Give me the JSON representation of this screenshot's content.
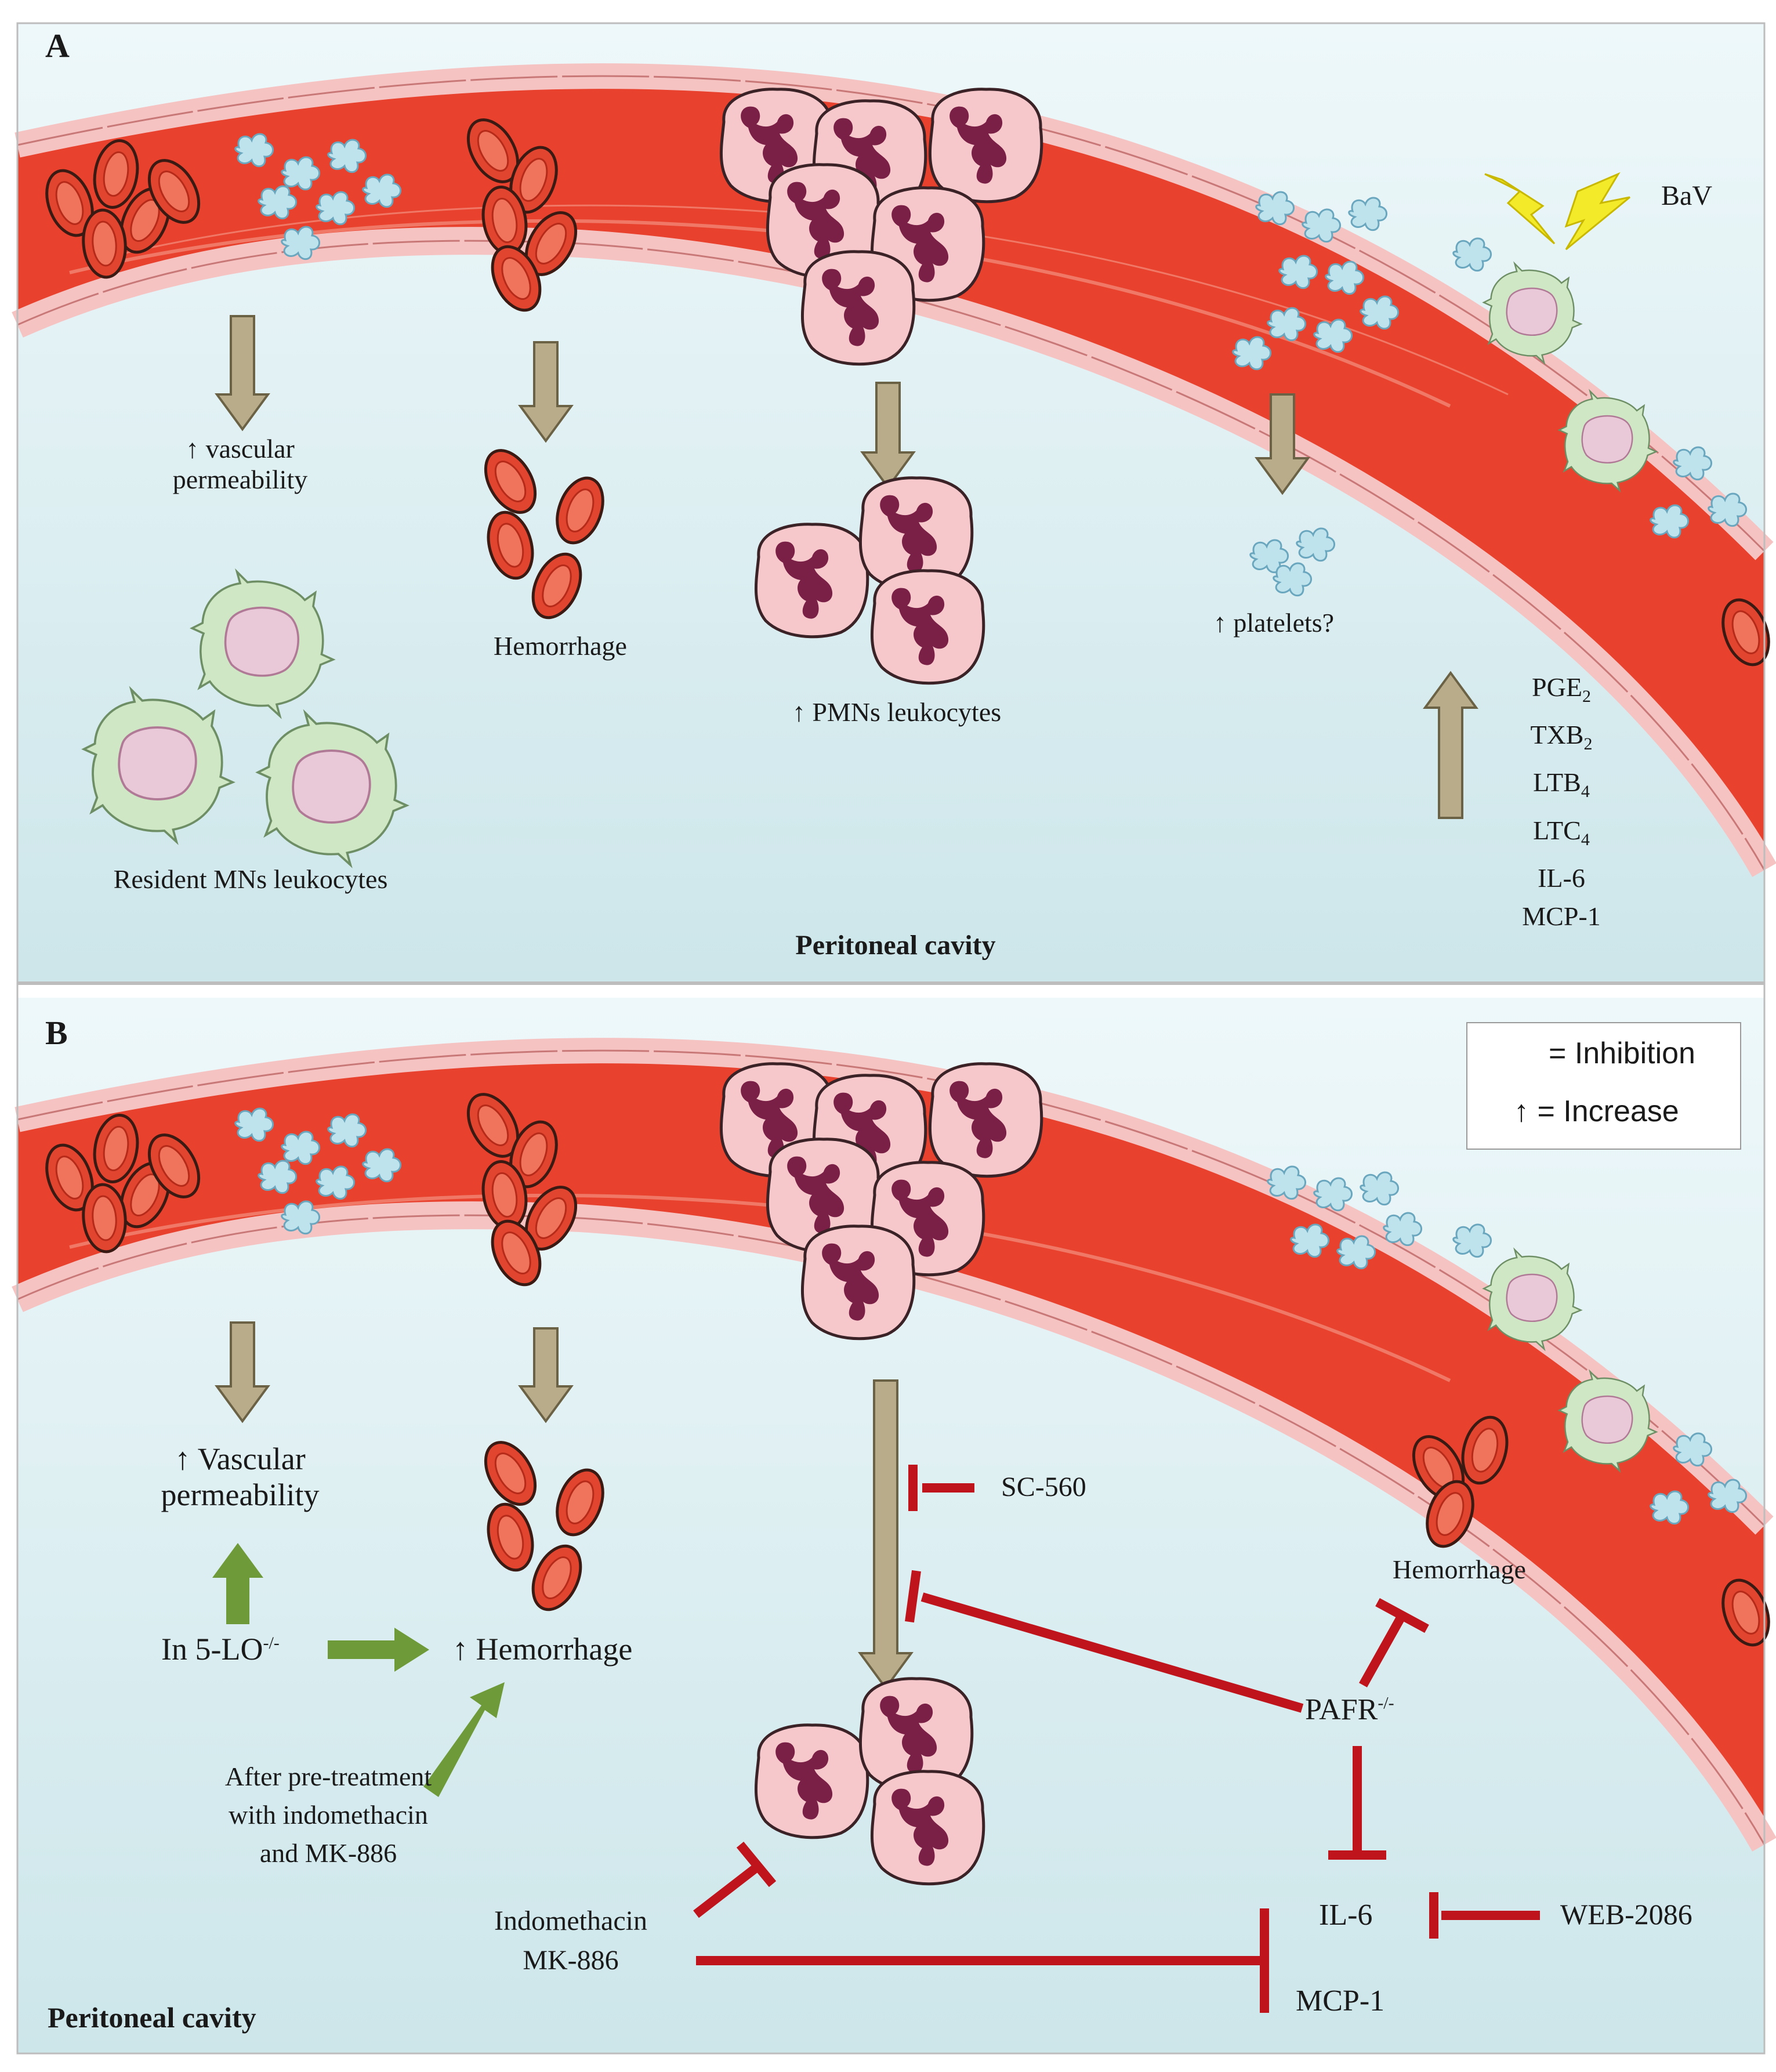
{
  "panel_a": {
    "letter": "A",
    "agent": "BaV",
    "labels": {
      "vascular_line1": "↑ vascular",
      "vascular_line2": "permeability",
      "hemorrhage": "Hemorrhage",
      "pmns": "↑ PMNs leukocytes",
      "platelets": "↑ platelets?",
      "resident": "Resident MNs leukocytes",
      "cavity": "Peritoneal cavity"
    },
    "mediators": [
      {
        "base": "PGE",
        "sub": "2"
      },
      {
        "base": "TXB",
        "sub": "2"
      },
      {
        "base": "LTB",
        "sub": "4"
      },
      {
        "base": "LTC",
        "sub": "4"
      },
      {
        "base": "IL-6",
        "sub": ""
      },
      {
        "base": "MCP-1",
        "sub": ""
      }
    ]
  },
  "panel_b": {
    "letter": "B",
    "legend": {
      "inhibition": "= Inhibition",
      "increase": "↑ = Increase"
    },
    "labels": {
      "vascular_line1": "↑ Vascular",
      "vascular_line2": "permeability",
      "in5lo": "In 5-LO",
      "in5lo_sup": "-/-",
      "hemorrhage_up": "↑ Hemorrhage",
      "after_line1": "After pre-treatment",
      "after_line2": "with indomethacin",
      "after_line3": "and MK-886",
      "sc560": "SC-560",
      "hemorrhage_right": "Hemorrhage",
      "pafr": "PAFR",
      "pafr_sup": "-/-",
      "il6": "IL-6",
      "web": "WEB-2086",
      "mcp1": "MCP-1",
      "indo_line1": "Indomethacin",
      "indo_line2": "MK-886",
      "cavity": "Peritoneal cavity"
    }
  },
  "colors": {
    "vessel": "#e8412d",
    "endothelium": "#f6c3c3",
    "cavity": "#d9edf0",
    "arrow_tan": "#b9ac8a",
    "arrow_green": "#6e9a3a",
    "inhibit_red": "#c0141c",
    "bolt": "#f3ea2a"
  }
}
